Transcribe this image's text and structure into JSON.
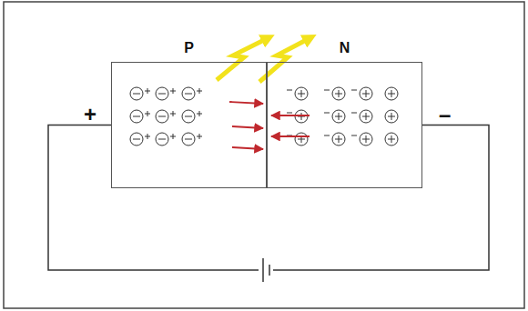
{
  "diagram": {
    "nodes": [
      {
        "text": [
          "P"
        ]
      },
      {
        "text": [
          "N"
        ]
      }
    ],
    "edges": [
      {
        "from": 0,
        "to": 1,
        "arrow": "none"
      }
    ],
    "labels": [
      "+",
      "–"
    ]
  }
}
